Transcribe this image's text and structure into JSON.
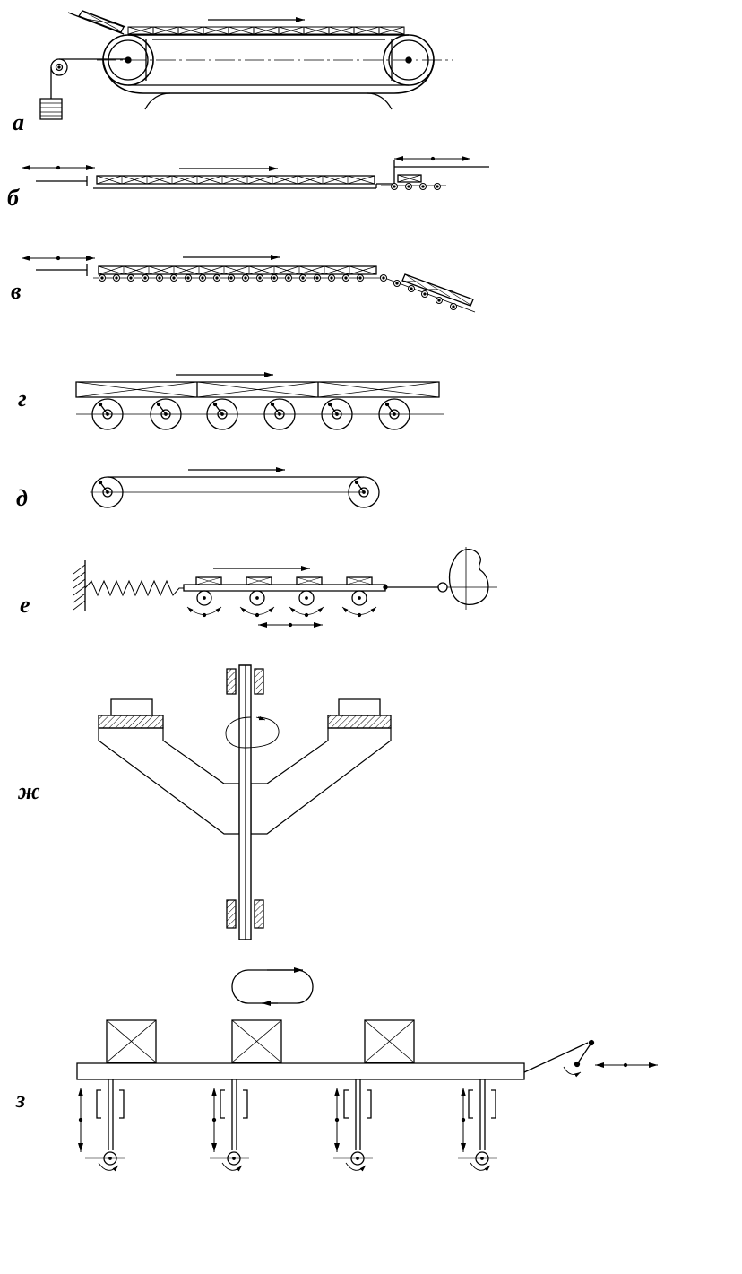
{
  "labels": {
    "a": "а",
    "b": "б",
    "v": "в",
    "g": "г",
    "d": "д",
    "e": "е",
    "zh": "ж",
    "z": "з"
  },
  "colors": {
    "ink": "#000000",
    "paper": "#ffffff"
  }
}
